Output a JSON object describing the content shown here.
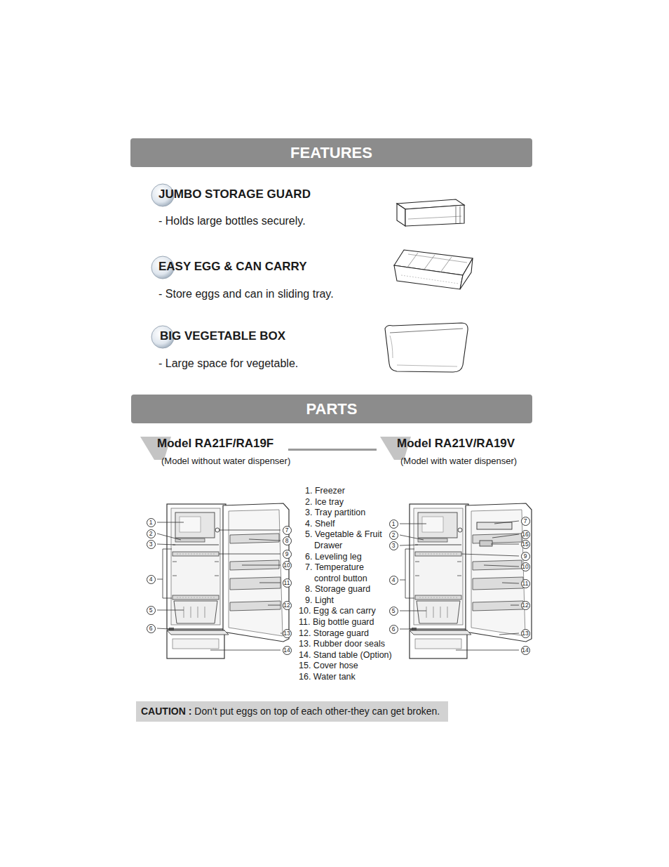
{
  "diagram": {
    "nodes": [
      {
        "text": [
          "FEATURES"
        ]
      },
      {
        "text": [
          "PARTS"
        ]
      },
      {
        "text": [
          "Model RA21F/RA19F"
        ]
      },
      {
        "text": [
          "Model RA21V/RA19V"
        ]
      },
      {
        "text": [
          "1"
        ]
      },
      {
        "text": [
          "2"
        ]
      },
      {
        "text": [
          "3"
        ]
      },
      {
        "text": [
          "4"
        ]
      },
      {
        "text": [
          "5"
        ]
      },
      {
        "text": [
          "6"
        ]
      },
      {
        "text": [
          "7"
        ]
      },
      {
        "text": [
          "8"
        ]
      },
      {
        "text": [
          "9"
        ]
      },
      {
        "text": [
          "10"
        ]
      },
      {
        "text": [
          "11"
        ]
      },
      {
        "text": [
          "12"
        ]
      },
      {
        "text": [
          "13"
        ]
      },
      {
        "text": [
          "14"
        ]
      },
      {
        "text": [
          "1"
        ]
      },
      {
        "text": [
          "2"
        ]
      },
      {
        "text": [
          "3"
        ]
      },
      {
        "text": [
          "4"
        ]
      },
      {
        "text": [
          "5"
        ]
      },
      {
        "text": [
          "6"
        ]
      },
      {
        "text": [
          "7"
        ]
      },
      {
        "text": [
          "16"
        ]
      },
      {
        "text": [
          "15"
        ]
      },
      {
        "text": [
          "9"
        ]
      },
      {
        "text": [
          "10"
        ]
      },
      {
        "text": [
          "11"
        ]
      },
      {
        "text": [
          "12"
        ]
      },
      {
        "text": [
          "13"
        ]
      },
      {
        "text": [
          "14"
        ]
      },
      {
        "text": [
          "CAUTION :",
          "Don't put eggs on top of each other-they can get broken."
        ]
      }
    ],
    "labels": [
      "JUMBO STORAGE GUARD",
      "- Holds large bottles securely.",
      "EASY EGG & CAN CARRY",
      "- Store eggs and can in sliding tray.",
      "BIG VEGETABLE BOX",
      "- Large space for vegetable.",
      "(Model without water dispenser)",
      "(Model with water dispenser)",
      "1. Freezer",
      "2. Ice tray",
      "3. Tray partition",
      "4. Shelf",
      "5. Vegetable & Fruit Drawer",
      "6. Leveling leg",
      "7. Temperature control button",
      "8. Storage guard",
      "9. Light",
      "10. Egg & can carry",
      "11. Big bottle guard",
      "12. Storage guard",
      "13. Rubber door seals",
      "14. Stand table (Option)",
      "15. Cover hose",
      "16. Water tank"
    ]
  }
}
